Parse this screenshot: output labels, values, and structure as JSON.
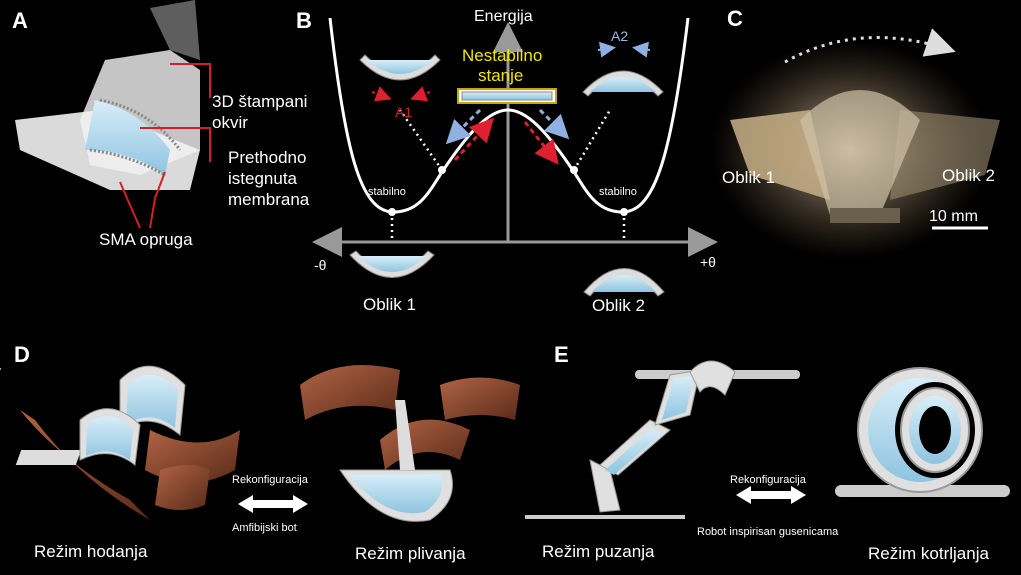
{
  "panels": {
    "A": {
      "letter": "A",
      "labels": {
        "frame": "3D štampani",
        "frame2": "okvir",
        "membrane1": "Prethodno",
        "membrane2": "istegnuta",
        "membrane3": "membrana",
        "spring": "SMA opruga"
      }
    },
    "B": {
      "letter": "B",
      "energy_axis": "Energija",
      "unstable1": "Nestabilno",
      "unstable2": "stanje",
      "a1": "A1",
      "a2": "A2",
      "stable_left": "stabilno",
      "stable_right": "stabilno",
      "neg_theta": "-θ",
      "pos_theta": "+θ",
      "shape1": "Oblik 1",
      "shape2": "Oblik 2"
    },
    "C": {
      "letter": "C",
      "shape1": "Oblik 1",
      "shape2": "Oblik 2",
      "scale": "10 mm"
    },
    "D": {
      "letter": "D",
      "reconfig": "Rekonfiguracija",
      "bot": "Amfibijski bot",
      "mode_left": "Režim hodanja",
      "mode_right": "Režim plivanja"
    },
    "E": {
      "letter": "E",
      "reconfig": "Rekonfiguracija",
      "bot": "Robot inspirisan gusenicama",
      "mode_left": "Režim puzanja",
      "mode_right": "Režim kotrljanja"
    }
  },
  "colors": {
    "accent_red": "#d0202a",
    "highlight_yellow": "#f2e600",
    "membrane_blue": "#a9d4ea",
    "flap_brown": "#8a4a32"
  }
}
